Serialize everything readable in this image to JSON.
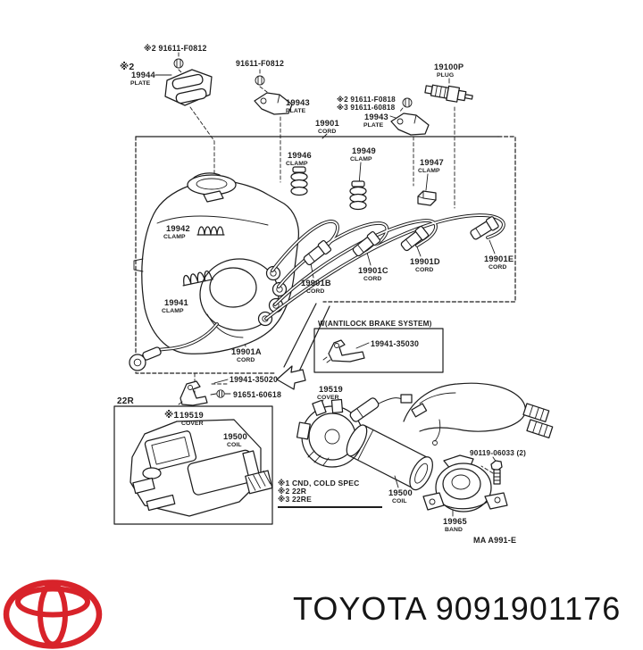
{
  "diagram": {
    "ink_color": "#1d1d1d",
    "labels": {
      "bolt_top_left": "※2 91611-F0812",
      "plate_19944_pre": "※2",
      "plate_19944_num": "19944",
      "plate_19944_sub": "PLATE",
      "bolt_top_mid": "91611-F0812",
      "plate_19943_left_num": "19943",
      "plate_19943_left_sub": "PLATE",
      "cord_main_num": "19901",
      "cord_main_sub": "CORD",
      "bolt_right_line1": "※2 91611-F0818",
      "bolt_right_line2": "※3 91611-60818",
      "plate_19943_right_num": "19943",
      "plate_19943_right_sub": "PLATE",
      "plug_num": "19100P",
      "plug_sub": "PLUG",
      "clamp_19946_num": "19946",
      "clamp_19946_sub": "CLAMP",
      "clamp_19949_num": "19949",
      "clamp_19949_sub": "CLAMP",
      "clamp_19947_num": "19947",
      "clamp_19947_sub": "CLAMP",
      "clamp_19942_num": "19942",
      "clamp_19942_sub": "CLAMP",
      "clamp_19941_num": "19941",
      "clamp_19941_sub": "CLAMP",
      "cord_a_num": "19901A",
      "cord_a_sub": "CORD",
      "cord_b_num": "19901B",
      "cord_b_sub": "CORD",
      "cord_c_num": "19901C",
      "cord_c_sub": "CORD",
      "cord_d_num": "19901D",
      "cord_d_sub": "CORD",
      "cord_e_num": "19901E",
      "cord_e_sub": "CORD",
      "abs_box_title": "W(ANTILOCK BRAKE SYSTEM)",
      "abs_part": "19941-35030",
      "bracket_part": "19941-35020",
      "bolt_91651": "91651-60618",
      "engine_box_code": "22R",
      "cover_left_pre": "※1",
      "cover_left_num": "19519",
      "cover_left_sub": "COVER",
      "coil_left_num": "19500",
      "coil_left_sub": "COIL",
      "cover_right_num": "19519",
      "cover_right_sub": "COVER",
      "coil_right_num": "19500",
      "coil_right_sub": "COIL",
      "bolt_90119": "90119-06033 (2)",
      "band_num": "19965",
      "band_sub": "BAND",
      "ref_code": "MA A991-E"
    },
    "legend": {
      "line1": "※1 CND, COLD SPEC",
      "line2": "※2 22R",
      "line3": "※3 22RE"
    }
  },
  "footer": {
    "brand_text": "TOYOTA 9091901176",
    "logo_color": "#d8232a"
  }
}
